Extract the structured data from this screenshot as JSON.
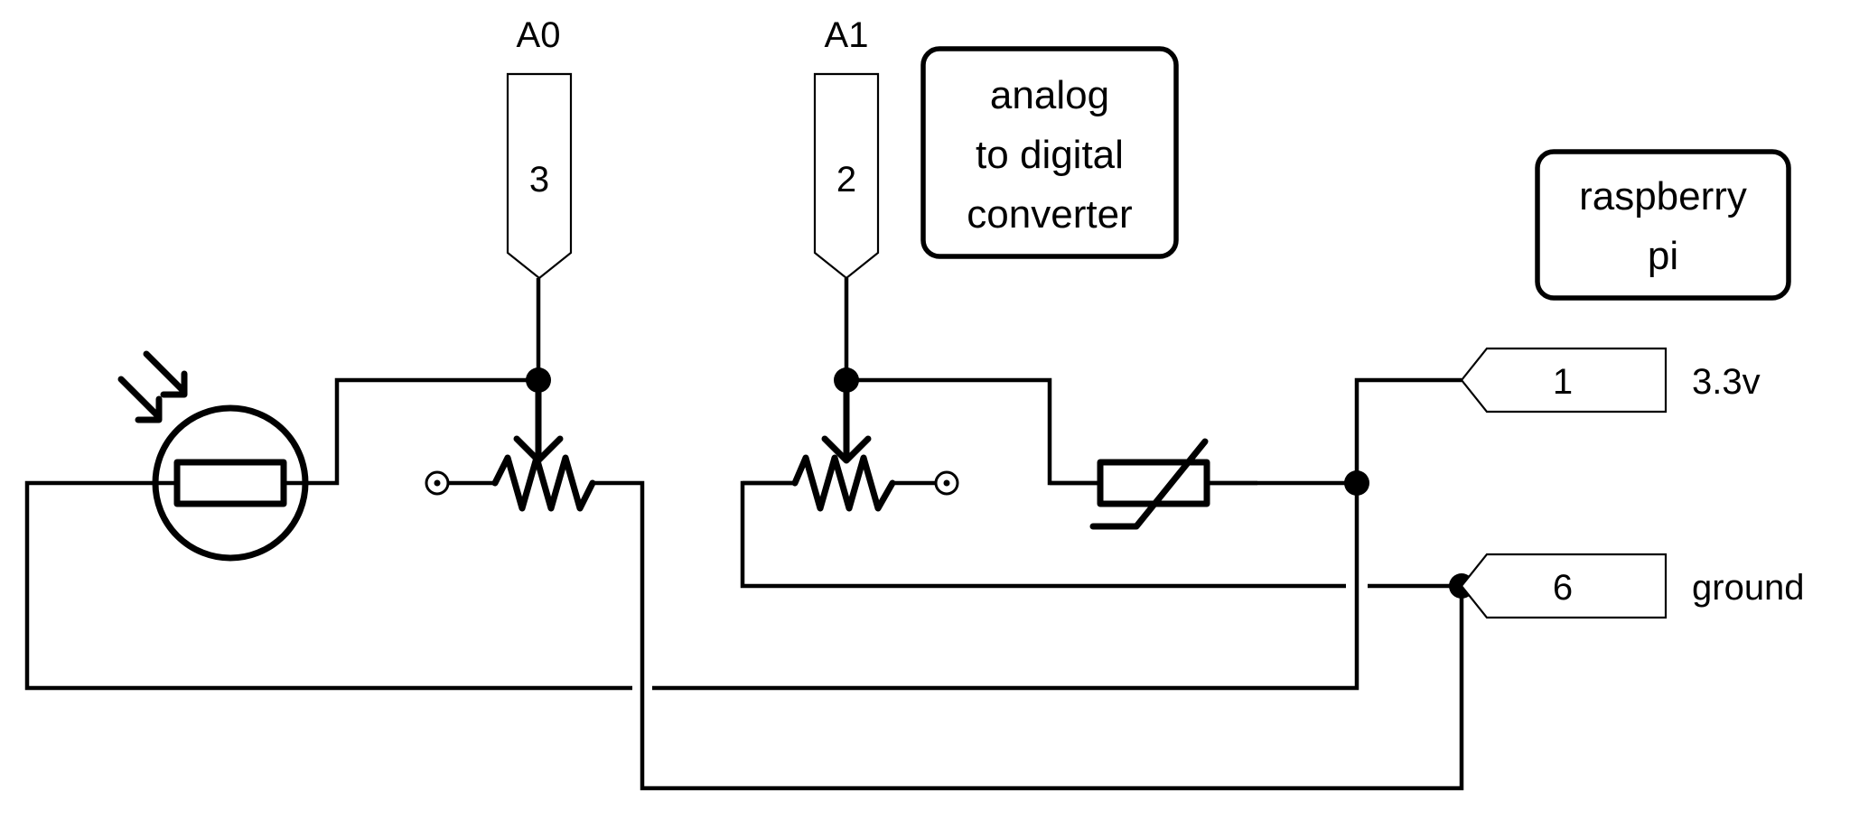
{
  "diagram": {
    "type": "circuit schematic",
    "labels": {
      "adc": {
        "lines": [
          "analog",
          "to digital",
          "converter"
        ]
      },
      "pi": {
        "lines": [
          "raspberry",
          "pi"
        ]
      }
    },
    "top_pins": [
      {
        "name": "A0",
        "number": "3"
      },
      {
        "name": "A1",
        "number": "2"
      }
    ],
    "side_pins": [
      {
        "number": "1",
        "label": "3.3v"
      },
      {
        "number": "6",
        "label": "ground"
      }
    ],
    "components": [
      {
        "kind": "photoresistor-ldr",
        "icon": "light-dependent-resistor-icon"
      },
      {
        "kind": "potentiometer",
        "icon": "potentiometer-icon"
      },
      {
        "kind": "potentiometer",
        "icon": "potentiometer-icon"
      },
      {
        "kind": "thermistor",
        "icon": "thermistor-icon"
      }
    ],
    "colors": {
      "ink": "#000000",
      "background": "#ffffff"
    }
  }
}
